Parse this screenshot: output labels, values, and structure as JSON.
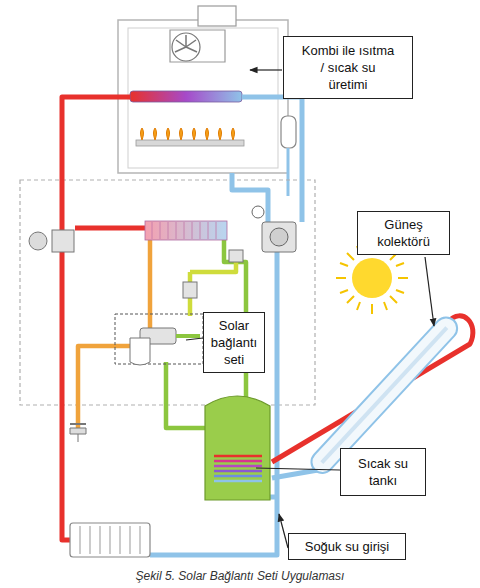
{
  "diagram": {
    "caption": "Şekil 5. Solar Bağlantı Seti Uygulaması",
    "nodes": [
      {
        "text": [
          "Kombi ile ısıtma / sıcak su üretimi"
        ]
      },
      {
        "text": [
          "Güneş kolektörü"
        ]
      },
      {
        "text": [
          "Solar bağlantı seti"
        ]
      },
      {
        "text": [
          "Sıcak su tankı"
        ]
      },
      {
        "text": [
          "Soğuk su girişi"
        ]
      }
    ]
  }
}
